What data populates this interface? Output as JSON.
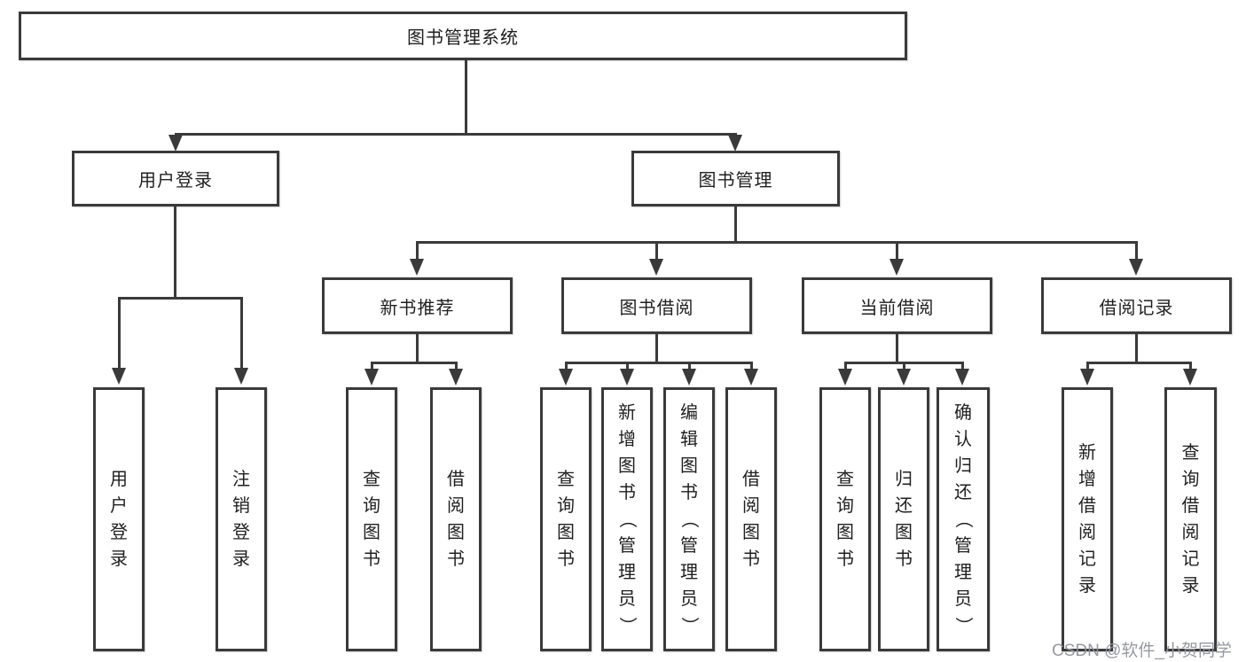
{
  "tree": {
    "root": "图书管理系统",
    "branches": [
      {
        "label": "用户登录",
        "leaves": [
          "用户登录",
          "注销登录"
        ]
      },
      {
        "label": "图书管理",
        "sections": [
          {
            "label": "新书推荐",
            "leaves": [
              "查询图书",
              "借阅图书"
            ]
          },
          {
            "label": "图书借阅",
            "leaves": [
              "查询图书",
              "新增图书（管理员）",
              "编辑图书（管理员）",
              "借阅图书"
            ]
          },
          {
            "label": "当前借阅",
            "leaves": [
              "查询图书",
              "归还图书",
              "确认归还（管理员）"
            ]
          },
          {
            "label": "借阅记录",
            "leaves": [
              "新增借阅记录",
              "查询借阅记录"
            ]
          }
        ]
      }
    ]
  },
  "watermark": "CSDN @软件_小贺同学",
  "colors": {
    "line": "#3a3a3a",
    "text": "#1f1f1f",
    "background": "#ffffff",
    "watermark": "#91949b"
  }
}
